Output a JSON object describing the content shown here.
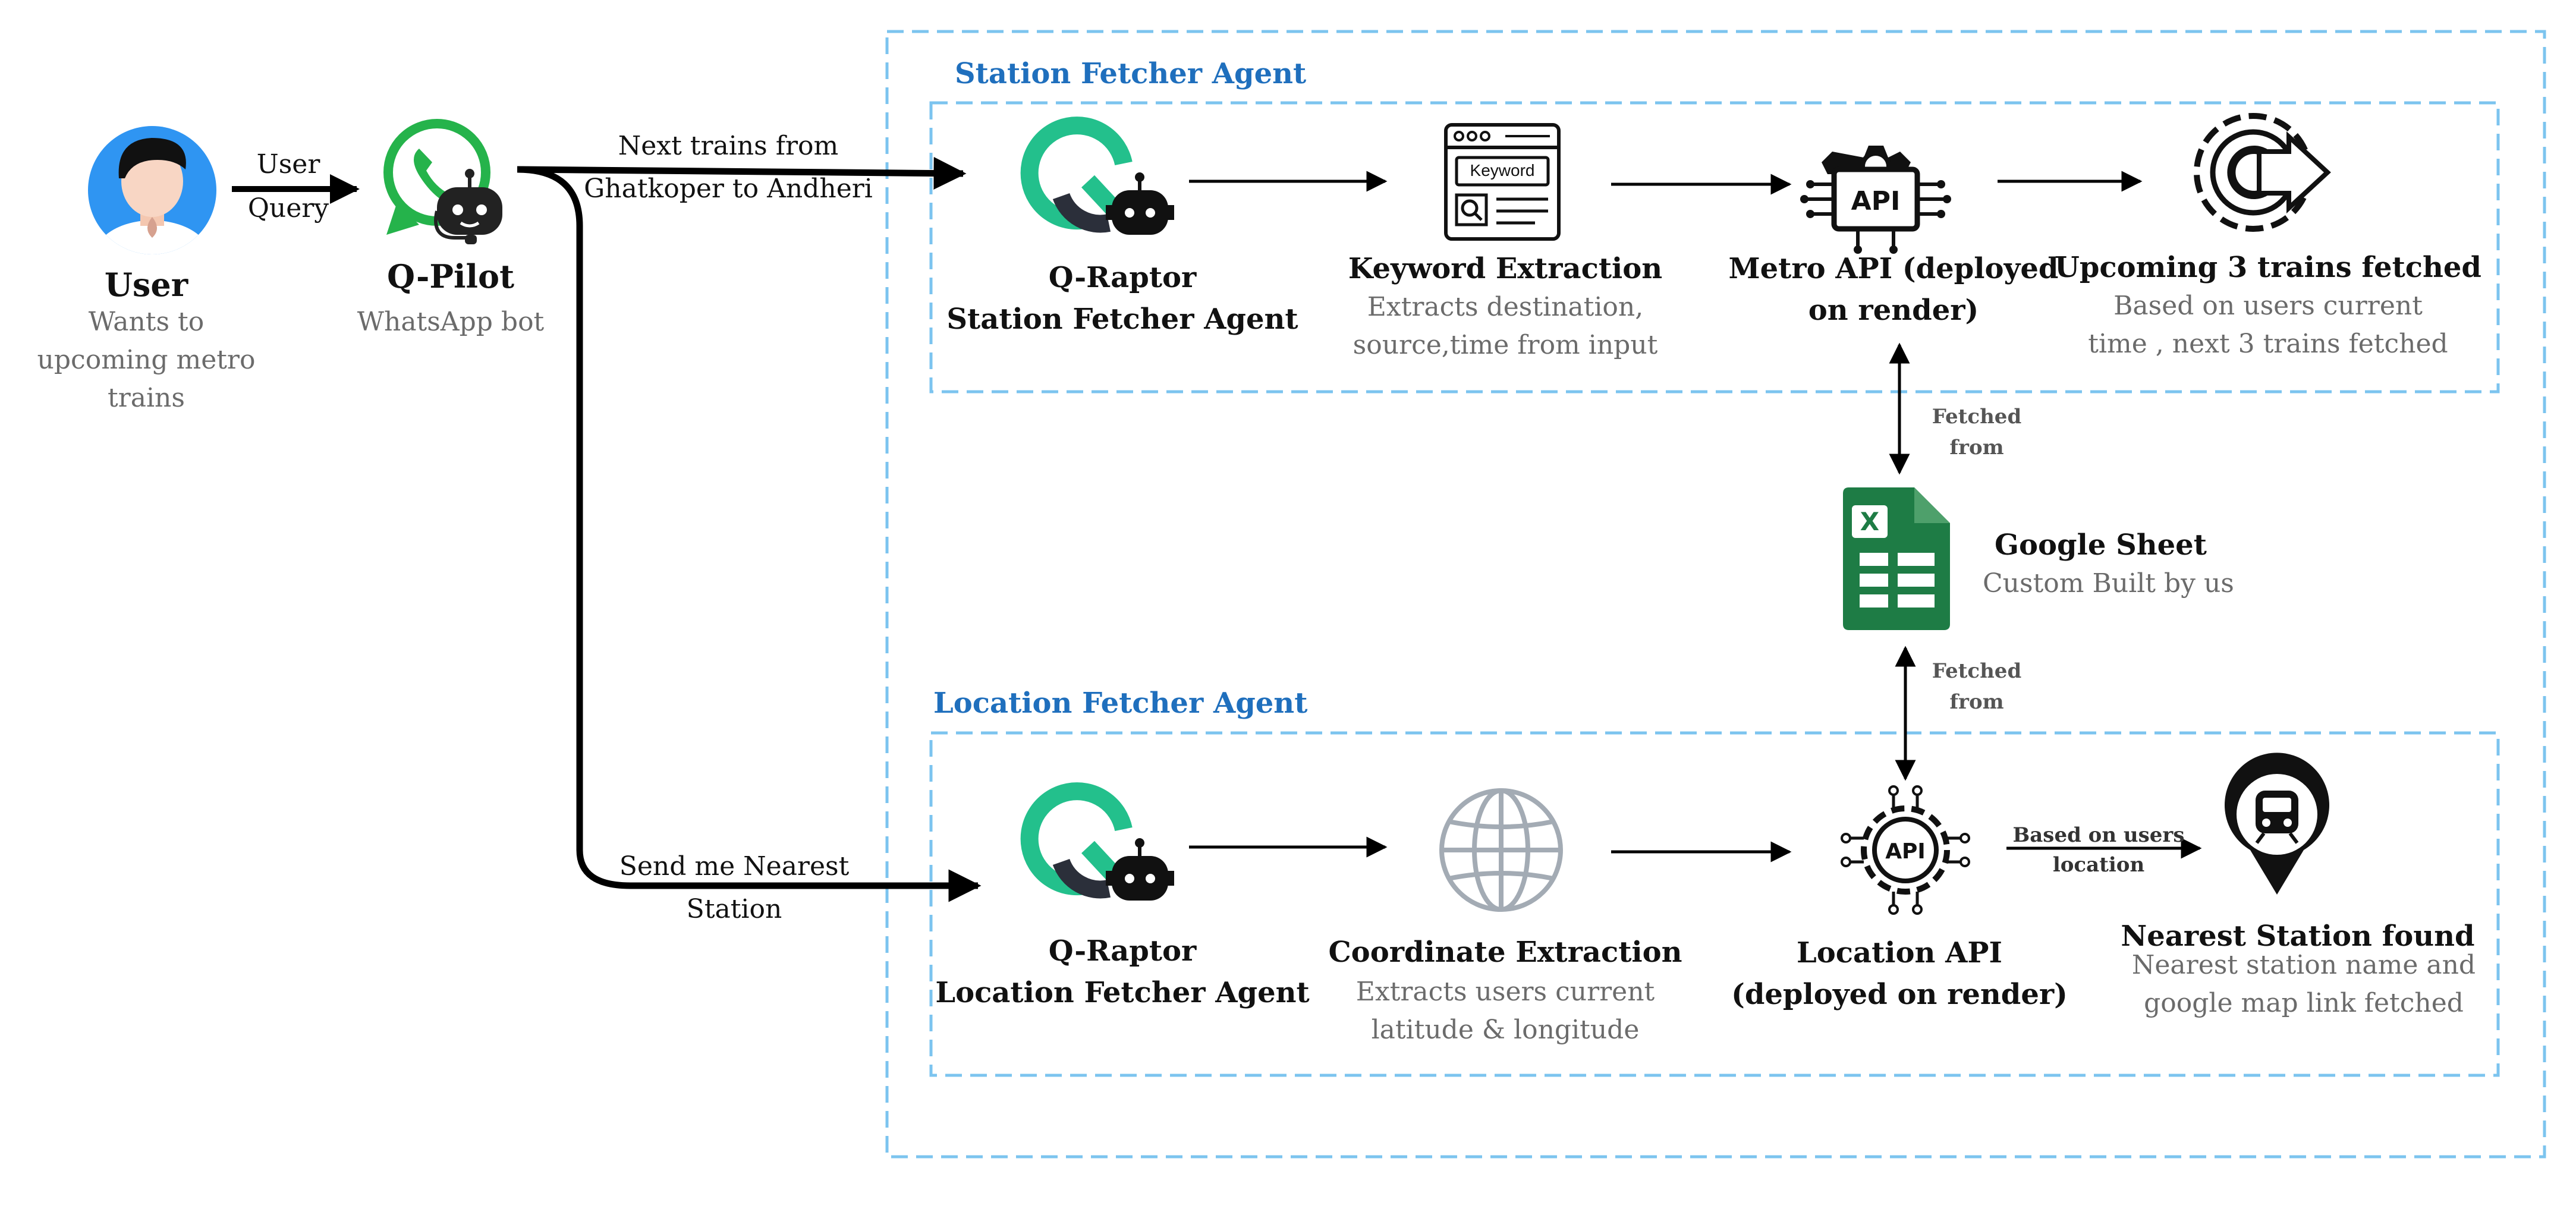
{
  "user": {
    "title": "User",
    "desc": [
      "Wants to",
      "upcoming metro",
      "trains"
    ]
  },
  "user_query": [
    "User",
    "Query"
  ],
  "qpilot": {
    "title": "Q-Pilot",
    "desc": "WhatsApp bot"
  },
  "route_top": [
    "Next trains from",
    "Ghatkoper to Andheri"
  ],
  "route_bottom": [
    "Send me Nearest",
    "Station"
  ],
  "sections": {
    "station": "Station Fetcher Agent",
    "location": "Location Fetcher Agent"
  },
  "station_nodes": {
    "raptor": [
      "Q-Raptor",
      "Station Fetcher Agent"
    ],
    "keyword": {
      "title": "Keyword Extraction",
      "desc": [
        "Extracts destination,",
        "source,time from input"
      ],
      "icon_text": "Keyword"
    },
    "metro_api": {
      "title": [
        "Metro API (deployed",
        "on render)"
      ],
      "icon_text": "API"
    },
    "upcoming": {
      "title": "Upcoming 3 trains fetched",
      "desc": [
        "Based on users current",
        "time , next 3 trains fetched"
      ]
    }
  },
  "sheet": {
    "title": "Google Sheet",
    "desc": "Custom Built by us",
    "icon_text": "X"
  },
  "fetched_from": [
    "Fetched",
    "from"
  ],
  "location_nodes": {
    "raptor": [
      "Q-Raptor",
      "Location Fetcher Agent"
    ],
    "coord": {
      "title": "Coordinate Extraction",
      "desc": [
        "Extracts users current",
        "latitude & longitude"
      ]
    },
    "location_api": {
      "title": [
        "Location API",
        "(deployed on render)"
      ],
      "icon_text": "API"
    },
    "based_on": [
      "Based on users",
      "location"
    ],
    "nearest": {
      "title": "Nearest Station found",
      "desc": [
        "Nearest station name and",
        "google map link fetched"
      ]
    }
  },
  "colors": {
    "dash_blue": "#7cc4ef",
    "section_blue": "#1f6fbd",
    "whatsapp_green": "#25b34b",
    "raptor_teal": "#23c08c",
    "sheet_green": "#1e7c45",
    "user_blue": "#2f95f2",
    "globe_grey": "#a3abb4"
  }
}
